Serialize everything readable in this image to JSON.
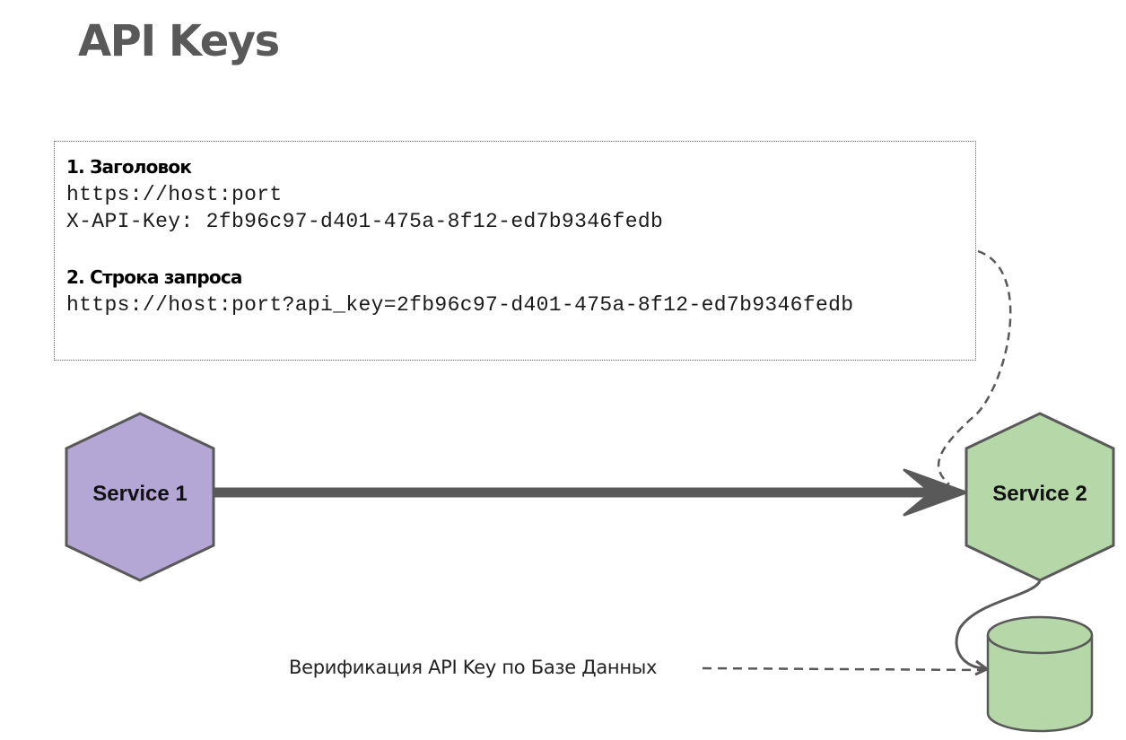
{
  "title": "API Keys",
  "request_box": {
    "header_section": {
      "title": "1. Заголовок",
      "lines": [
        "https://host:port",
        "X-API-Key: 2fb96c97-d401-475a-8f12-ed7b9346fedb"
      ]
    },
    "query_section": {
      "title": "2. Строка запроса",
      "lines": [
        "https://host:port?api_key=2fb96c97-d401-475a-8f12-ed7b9346fedb"
      ]
    }
  },
  "nodes": {
    "service1": {
      "label": "Service 1",
      "color": "#b4a7d6"
    },
    "service2": {
      "label": "Service 2",
      "color": "#b6d7a8"
    },
    "database": {
      "color": "#b6d7a8"
    }
  },
  "caption": "Верификация API Key по Базе Данных",
  "colors": {
    "arrow": "#595959",
    "outline": "#595959",
    "title": "#595959"
  }
}
